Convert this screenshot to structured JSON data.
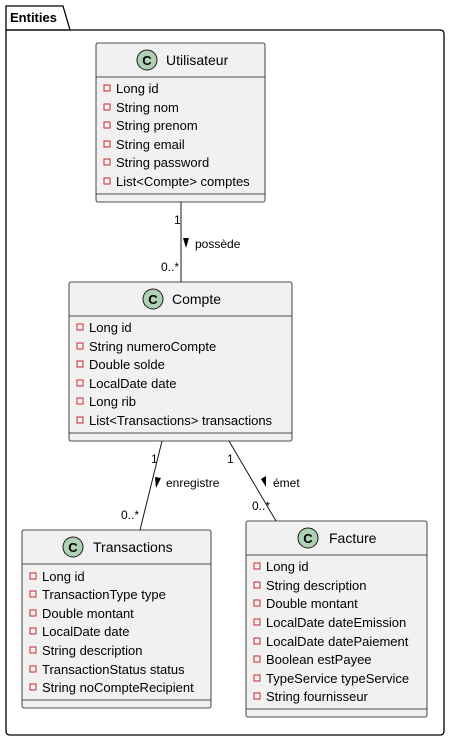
{
  "package": {
    "name": "Entities"
  },
  "classes": {
    "utilisateur": {
      "stereotype": "C",
      "name": "Utilisateur",
      "attributes": [
        "Long id",
        "String nom",
        "String prenom",
        "String email",
        "String password",
        "List<Compte> comptes"
      ]
    },
    "compte": {
      "stereotype": "C",
      "name": "Compte",
      "attributes": [
        "Long id",
        "String numeroCompte",
        "Double solde",
        "LocalDate date",
        "Long rib",
        "List<Transactions> transactions"
      ]
    },
    "transactions": {
      "stereotype": "C",
      "name": "Transactions",
      "attributes": [
        "Long id",
        "TransactionType type",
        "Double montant",
        "LocalDate date",
        "String description",
        "TransactionStatus status",
        "String noCompteRecipient"
      ]
    },
    "facture": {
      "stereotype": "C",
      "name": "Facture",
      "attributes": [
        "Long id",
        "String description",
        "Double montant",
        "LocalDate dateEmission",
        "LocalDate datePaiement",
        "Boolean estPayee",
        "TypeService typeService",
        "String fournisseur"
      ]
    }
  },
  "relations": {
    "possede": {
      "label": "possède",
      "source_mult": "1",
      "target_mult": "0..*"
    },
    "enregistre": {
      "label": "enregistre",
      "source_mult": "1",
      "target_mult": "0..*"
    },
    "emet": {
      "label": "émet",
      "source_mult": "1",
      "target_mult": "0..*"
    }
  },
  "colors": {
    "class_fill": "#f1f1f1",
    "circle_fill": "#add1b2",
    "private_icon": "#c82930"
  }
}
